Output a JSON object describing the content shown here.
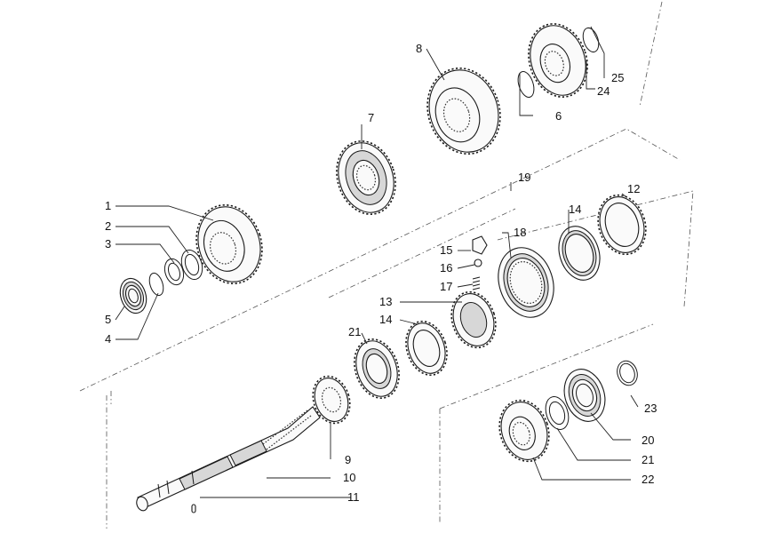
{
  "labels": {
    "p1": "1",
    "p2": "2",
    "p3": "3",
    "p4": "4",
    "p5": "5",
    "p6": "6",
    "p7": "7",
    "p8": "8",
    "p9": "9",
    "p10": "10",
    "p11": "11",
    "p12": "12",
    "p13": "13",
    "p14a": "14",
    "p14b": "14",
    "p15": "15",
    "p16": "16",
    "p17": "17",
    "p18": "18",
    "p19": "19",
    "p20": "20",
    "p21a": "21",
    "p21b": "21",
    "p22": "22",
    "p23": "23",
    "p24": "24",
    "p25": "25"
  }
}
